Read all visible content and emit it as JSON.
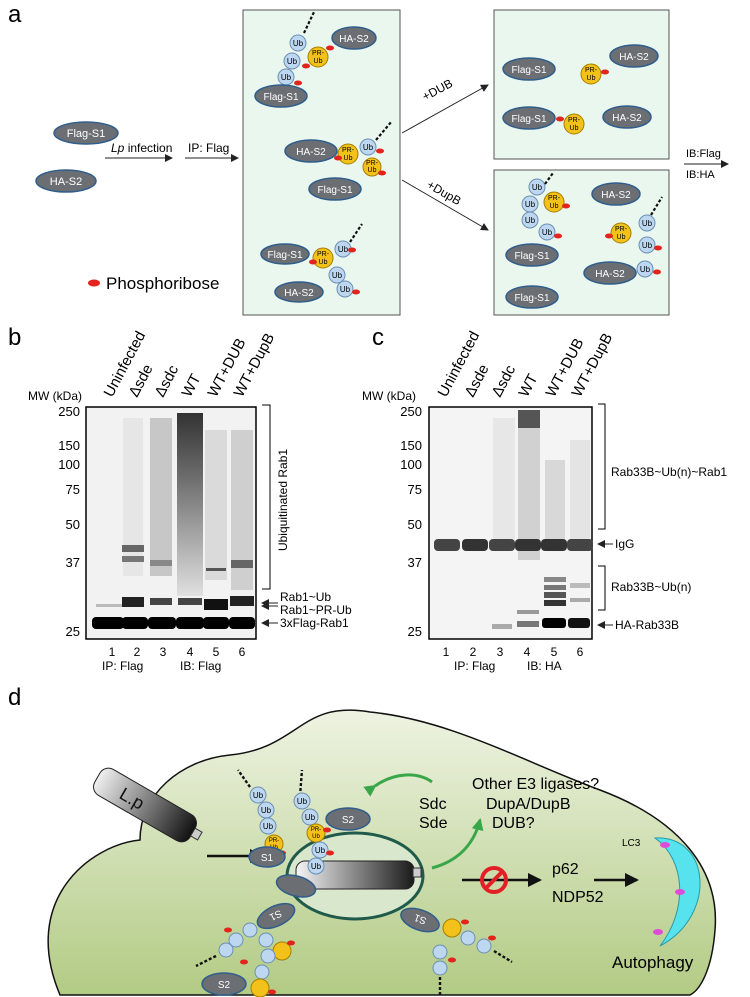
{
  "panel_labels": {
    "a": "a",
    "b": "b",
    "c": "c",
    "d": "d"
  },
  "panel_a": {
    "flag_s1": "Flag-S1",
    "ha_s2": "HA-S2",
    "s1": "S1",
    "s2": "S2",
    "ub": "Ub",
    "pr": "PR-",
    "lp_italic": "Lp",
    "infection": " infection",
    "ip_flag": "IP: Flag",
    "plus_dub": "+DUB",
    "plus_dupb": "+DupB",
    "ib_flag": "IB:Flag",
    "ib_ha": "IB:HA",
    "phosphoribose": "Phosphoribose"
  },
  "panel_b": {
    "lanes": [
      "Uninfected",
      "Δsde",
      "Δsdc",
      "WT",
      "WT+DUB",
      "WT+DupB"
    ],
    "lane_numbers": [
      "1",
      "2",
      "3",
      "4",
      "5",
      "6"
    ],
    "mw_title": "MW (kDa)",
    "mw_markers": [
      "250",
      "150",
      "100",
      "75",
      "50",
      "37",
      "25"
    ],
    "bracket_label": "Ubiquitinated Rab1",
    "band_labels": [
      "Rab1~Ub",
      "Rab1~PR-Ub",
      "3xFlag-Rab1"
    ],
    "ip": "IP: Flag",
    "ib": "IB: Flag"
  },
  "panel_c": {
    "lanes": [
      "Uninfected",
      "Δsde",
      "Δsdc",
      "WT",
      "WT+DUB",
      "WT+DupB"
    ],
    "lane_numbers": [
      "1",
      "2",
      "3",
      "4",
      "5",
      "6"
    ],
    "mw_title": "MW (kDa)",
    "mw_markers": [
      "250",
      "150",
      "100",
      "75",
      "50",
      "37",
      "25"
    ],
    "labels": [
      "Rab33B~Ub(n)~Rab1",
      "IgG",
      "Rab33B~Ub(n)",
      "HA-Rab33B"
    ],
    "ip": "IP: Flag",
    "ib": "IB: HA"
  },
  "panel_d": {
    "lp": "L.p",
    "sdc": "Sdc",
    "sde": "Sde",
    "question_lines": [
      "Other E3 ligases?",
      "DupA/DupB",
      "DUB?"
    ],
    "p62": "p62",
    "ndp52": "NDP52",
    "lc3": "LC3",
    "autophagy": "Autophagy",
    "s1": "S1",
    "s2": "S2",
    "ub": "Ub"
  },
  "colors": {
    "panel_bg": "#e9f7ee",
    "cell_fill_top": "#e8efd8",
    "cell_fill_bottom": "#b7cf8a",
    "protein": "#6b6f73",
    "protein_edge": "#2f5d8c",
    "ub": "#bcd7ef",
    "pr_ub": "#f2c21b",
    "phosphoribose": "#e3241c",
    "vacuole_edge": "#1f5a4a",
    "lc3": "#57e3ee",
    "green_arrow": "#3aa64a",
    "block_red": "#e21f26"
  }
}
